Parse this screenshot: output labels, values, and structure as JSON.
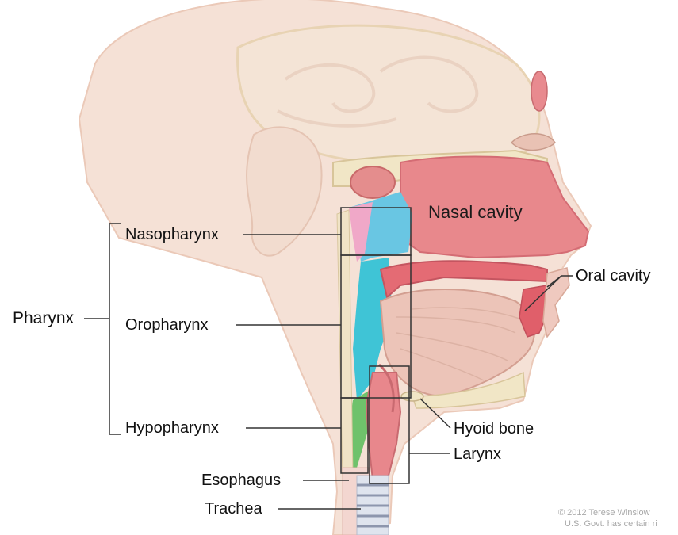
{
  "labels": {
    "pharynx": "Pharynx",
    "nasopharynx": "Nasopharynx",
    "oropharynx": "Oropharynx",
    "hypopharynx": "Hypopharynx",
    "nasal_cavity": "Nasal cavity",
    "oral_cavity": "Oral cavity",
    "hyoid_bone": "Hyoid bone",
    "larynx": "Larynx",
    "esophagus": "Esophagus",
    "trachea": "Trachea"
  },
  "copyright": {
    "line1": "© 2012 Terese Winslow",
    "line2": "U.S. Govt. has certain ri"
  },
  "colors": {
    "skin": "#f4ddd0",
    "skin_outline": "#e7c2b0",
    "nasal": "#e8888c",
    "nasopharynx_region": "#69c6e3",
    "oropharynx_region": "#3fc4d6",
    "hypopharynx_region": "#6fc26b",
    "mucosa": "#e46b74",
    "tongue": "#ecc4b8",
    "bone": "#f1e6c6",
    "leader_line": "#333333"
  }
}
